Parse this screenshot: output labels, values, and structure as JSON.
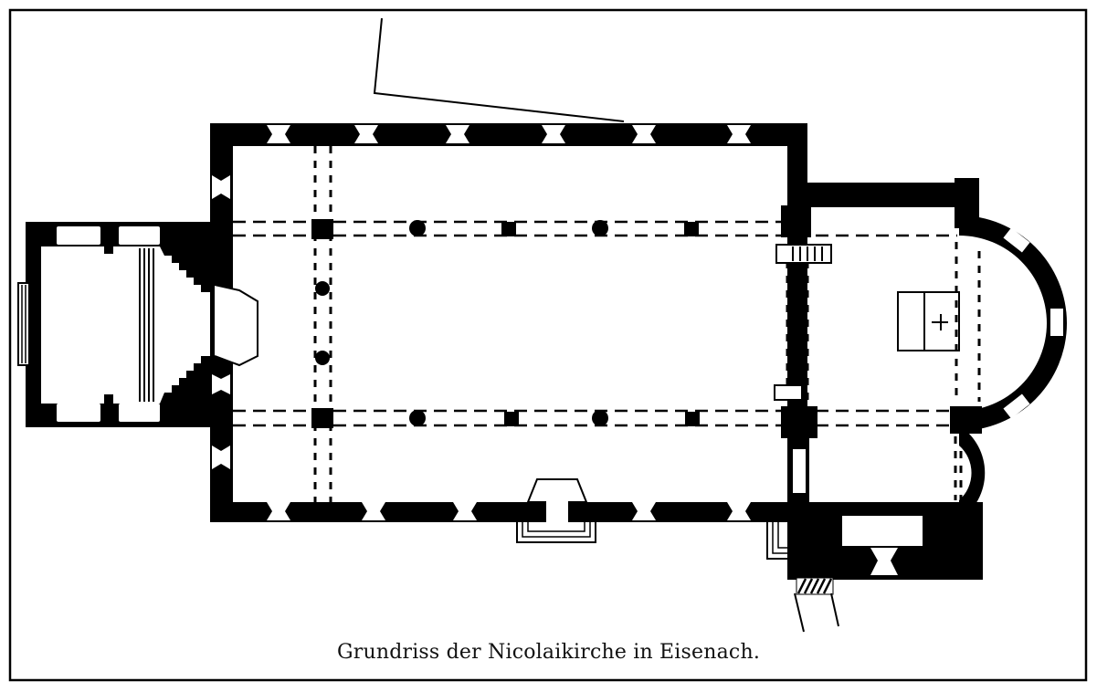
{
  "figure": {
    "caption": "Grundriss der Nicolaikirche in Eisenach.",
    "ink_color": "#000000",
    "paper_color": "#ffffff"
  },
  "plan_parts": [
    "west-tower",
    "nave",
    "north-aisle-arcade",
    "south-aisle-arcade",
    "chancel",
    "main-apse",
    "side-apse",
    "south-porch",
    "southeast-chapel",
    "altar"
  ]
}
